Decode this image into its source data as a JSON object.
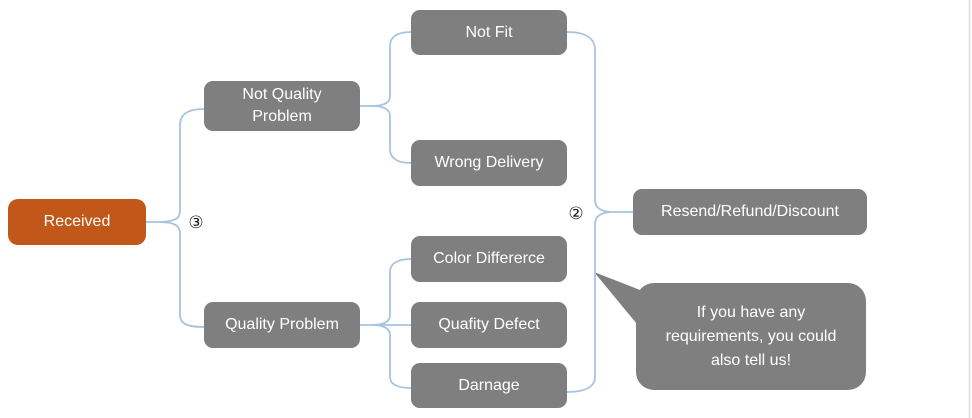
{
  "colors": {
    "connector": "#a6c4e2",
    "node-gray": "#7f7f7f",
    "node-orange": "#c2571a",
    "text-light": "#ffffff",
    "annotation": "#1a1a1a",
    "edge-line": "#dcdcdc"
  },
  "nodes": {
    "received": {
      "label": "Received"
    },
    "not_quality_problem": {
      "label": "Not Quality Problem"
    },
    "quality_problem": {
      "label": "Quality Problem"
    },
    "not_fit": {
      "label": "Not Fit"
    },
    "wrong_delivery": {
      "label": "Wrong Delivery"
    },
    "color_difference": {
      "label": "Color Differerce"
    },
    "quality_defect": {
      "label": "Quafity Defect"
    },
    "damage": {
      "label": "Darnage"
    },
    "resend_refund_discount": {
      "label": "Resend/Refund/Discount"
    }
  },
  "annotations": {
    "branch_marker_3": "③",
    "branch_marker_2": "②"
  },
  "callout": {
    "text": "If you have any requirements, you could also tell us!"
  }
}
